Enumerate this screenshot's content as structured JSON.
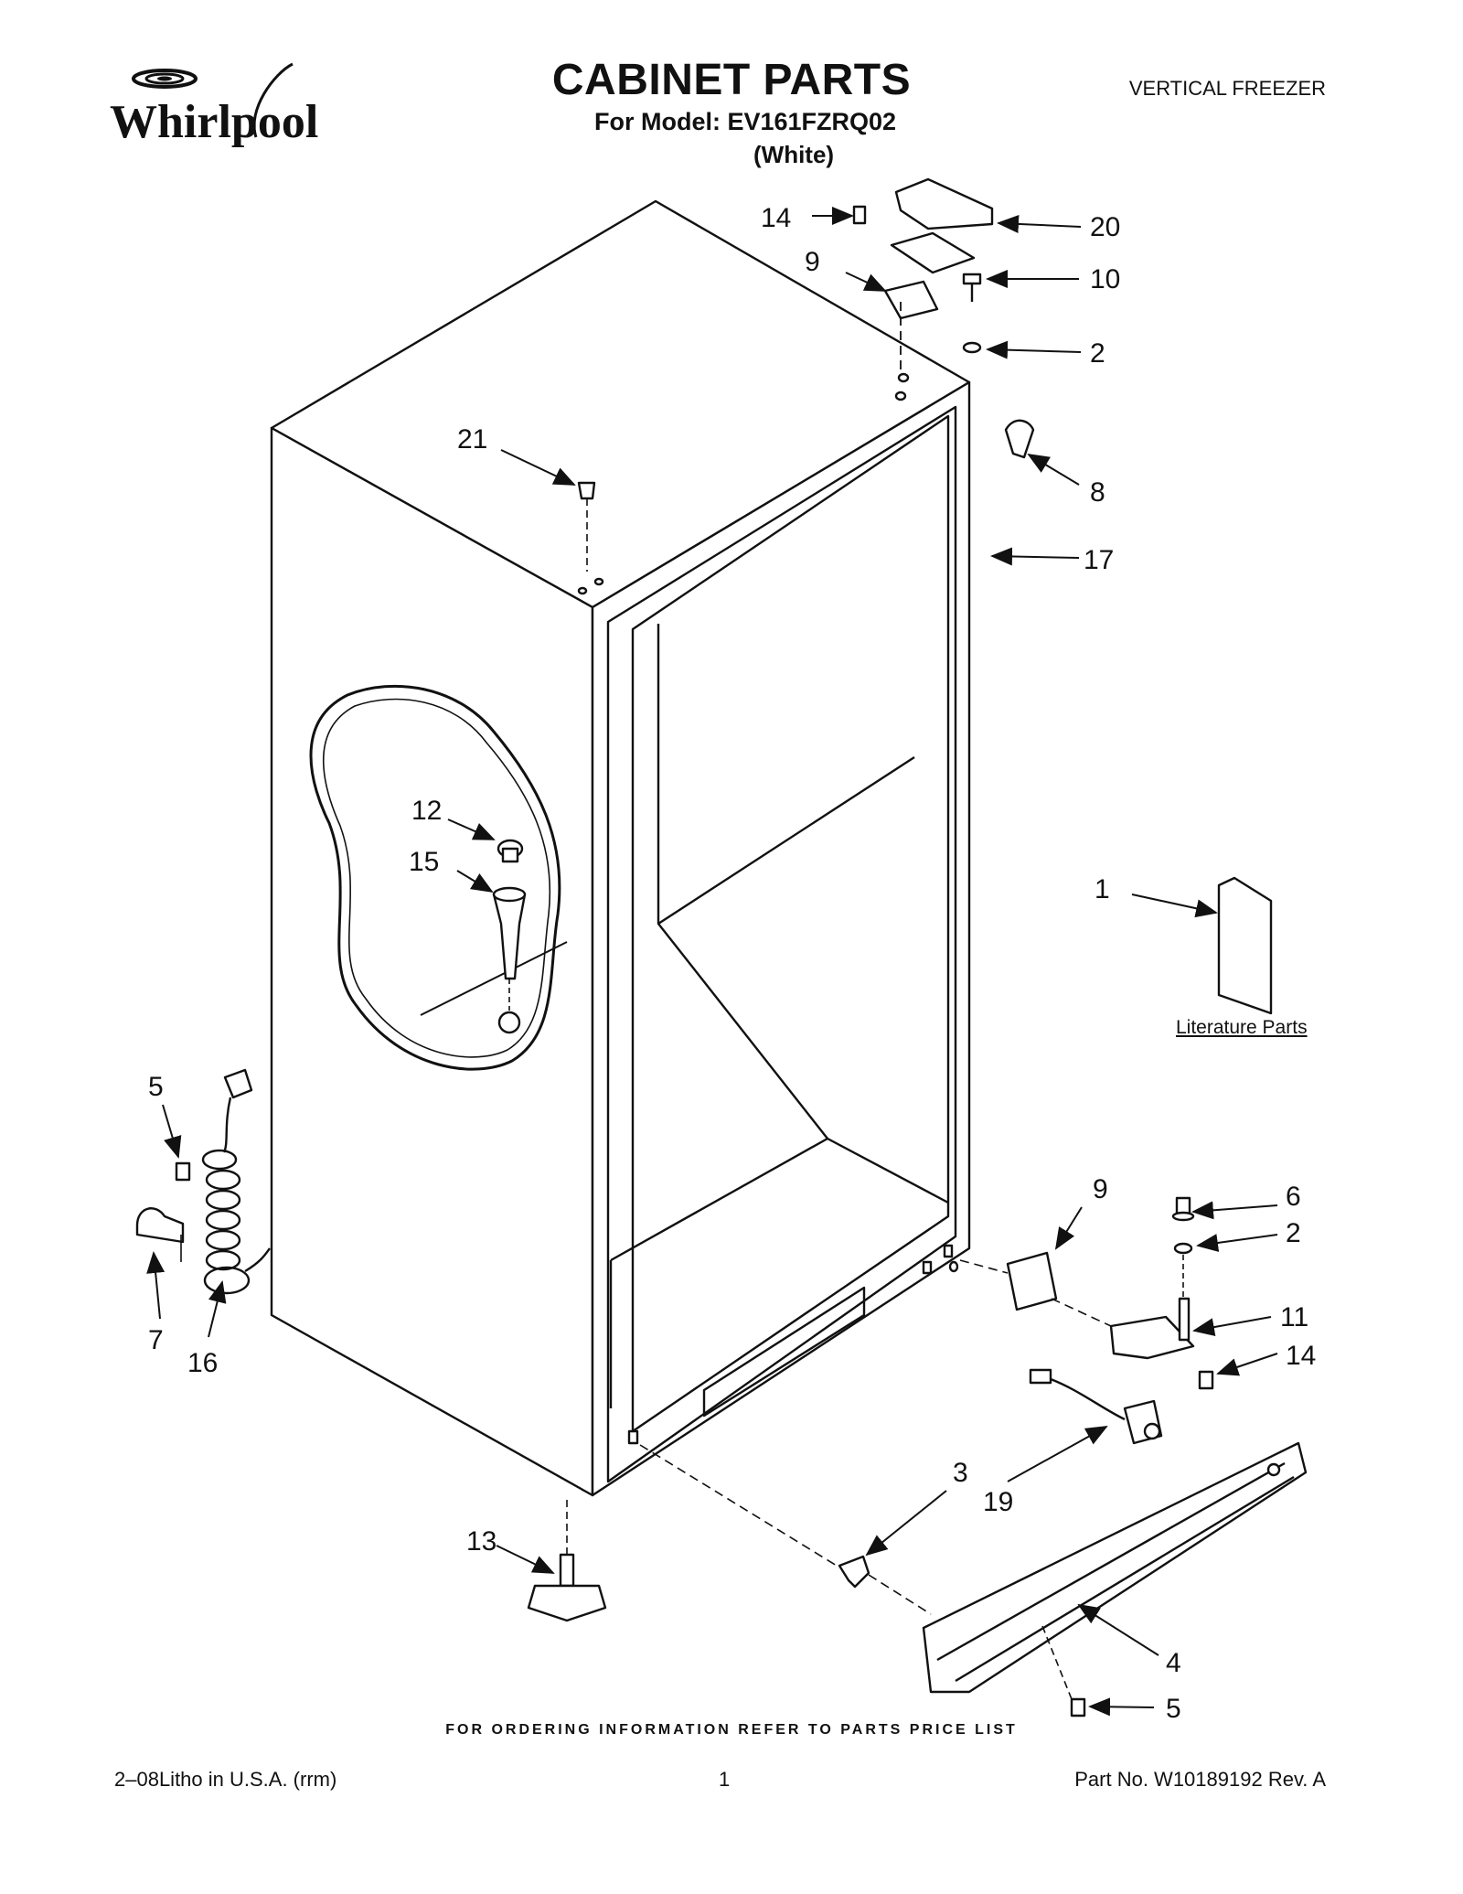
{
  "header": {
    "brand": "Whirlpool",
    "title": "CABINET PARTS",
    "model_line": "For Model: EV161FZRQ02",
    "variant": "(White)",
    "category": "VERTICAL FREEZER"
  },
  "diagram": {
    "literature_label": "Literature Parts",
    "callouts": [
      {
        "id": "c14a",
        "label": "14"
      },
      {
        "id": "c20",
        "label": "20"
      },
      {
        "id": "c9a",
        "label": "9"
      },
      {
        "id": "c10",
        "label": "10"
      },
      {
        "id": "c2a",
        "label": "2"
      },
      {
        "id": "c21",
        "label": "21"
      },
      {
        "id": "c8",
        "label": "8"
      },
      {
        "id": "c17",
        "label": "17"
      },
      {
        "id": "c12",
        "label": "12"
      },
      {
        "id": "c15",
        "label": "15"
      },
      {
        "id": "c1",
        "label": "1"
      },
      {
        "id": "c5a",
        "label": "5"
      },
      {
        "id": "c7",
        "label": "7"
      },
      {
        "id": "c16",
        "label": "16"
      },
      {
        "id": "c9b",
        "label": "9"
      },
      {
        "id": "c6",
        "label": "6"
      },
      {
        "id": "c2b",
        "label": "2"
      },
      {
        "id": "c11",
        "label": "11"
      },
      {
        "id": "c14b",
        "label": "14"
      },
      {
        "id": "c3",
        "label": "3"
      },
      {
        "id": "c19",
        "label": "19"
      },
      {
        "id": "c13",
        "label": "13"
      },
      {
        "id": "c4",
        "label": "4"
      },
      {
        "id": "c5b",
        "label": "5"
      }
    ]
  },
  "footer": {
    "ordering_note": "FOR ORDERING INFORMATION REFER TO PARTS PRICE LIST",
    "litho": "2–08Litho in U.S.A. (rrm)",
    "page_number": "1",
    "part_number": "Part No. W10189192 Rev. A"
  }
}
